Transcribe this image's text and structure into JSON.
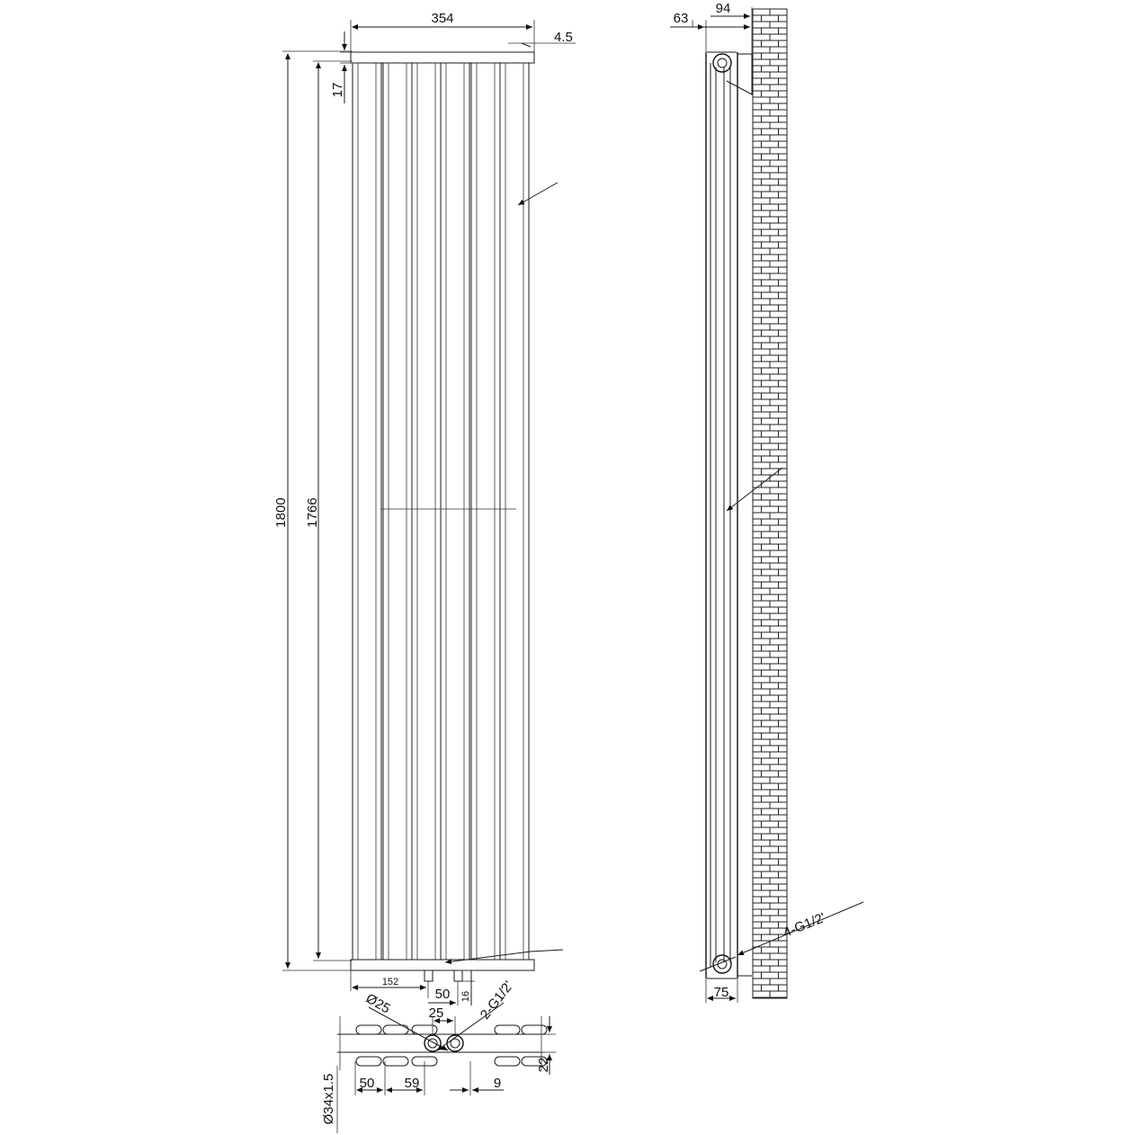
{
  "front_view": {
    "width": "354",
    "tube_gap": "4.5",
    "top_offset": "17",
    "overall_height": "1800",
    "tube_height": "1766",
    "inlet_offset": "152",
    "inlet_spacing": "50",
    "inlet_depth": "16"
  },
  "side_view": {
    "wall_gap": "63",
    "depth": "94",
    "connection_label": "4-G1/2'",
    "bottom_offset": "75"
  },
  "bottom_detail": {
    "inlet_diameter": "Ø25",
    "inlet_spacing": "25",
    "connection_label": "2-G1/2'",
    "pitch_left": "50",
    "pitch_right": "59",
    "offset": "9",
    "height": "22",
    "tube_size": "Ø34x1.5"
  }
}
